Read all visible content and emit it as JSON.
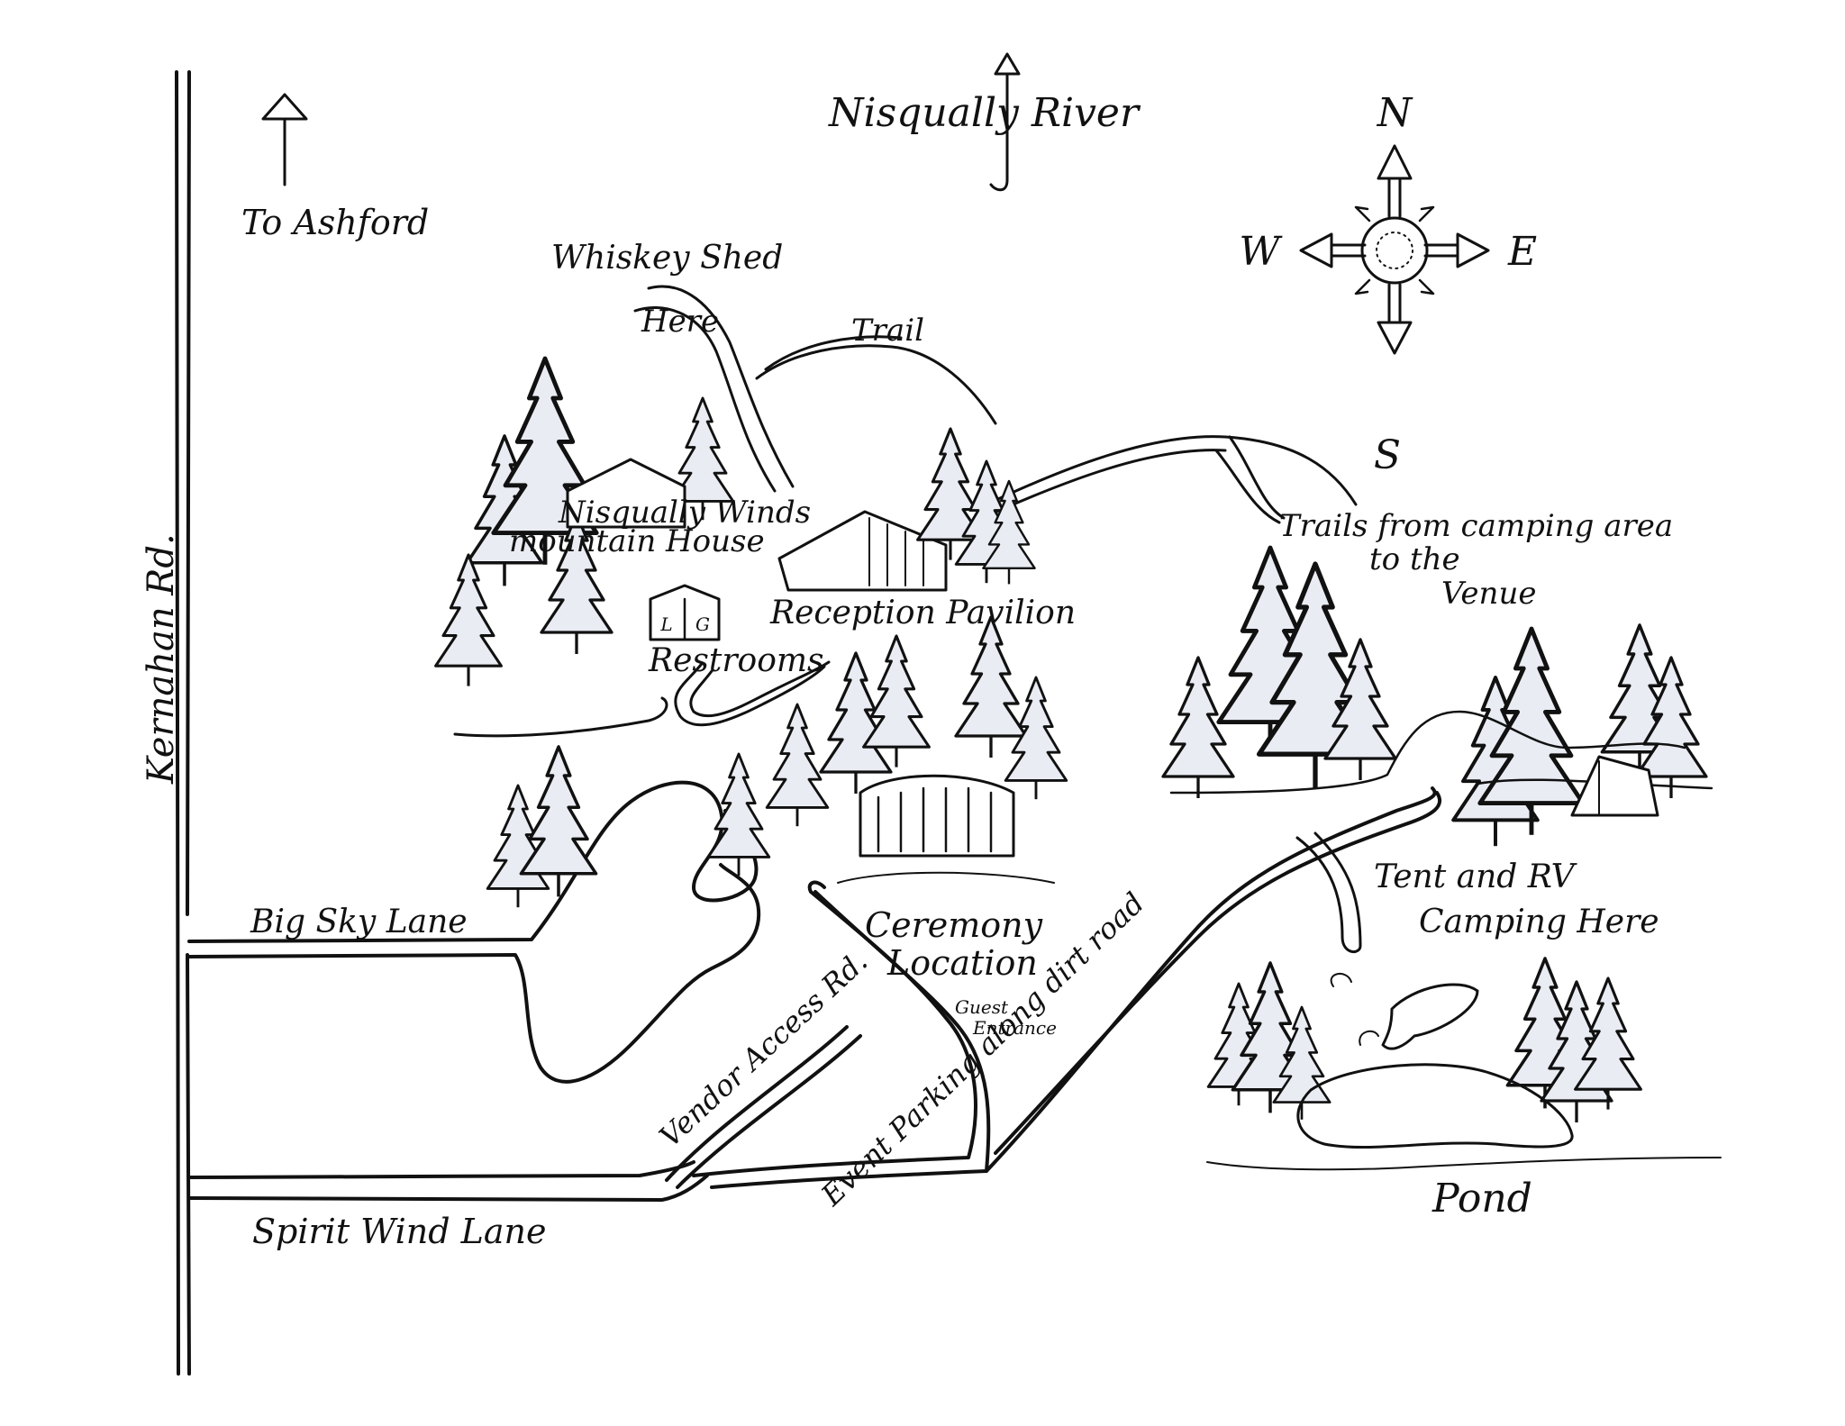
{
  "map": {
    "compass": {
      "n": "N",
      "s": "S",
      "e": "E",
      "w": "W"
    },
    "labels": {
      "to_ashford": "To Ashford",
      "nisqually_river": "Nisqually River",
      "whiskey_shed_1": "Whiskey Shed",
      "whiskey_shed_2": "Here",
      "trail": "Trail",
      "house_1": "Nisqually Winds",
      "house_2": "mountain House",
      "reception": "Reception Pavilion",
      "trails_1": "Trails from camping area",
      "trails_2": "to the",
      "trails_3": "Venue",
      "restrooms": "Restrooms",
      "restroom_left": "L",
      "restroom_right": "G",
      "kernahan": "Kernahan Rd.",
      "big_sky": "Big Sky Lane",
      "ceremony_1": "Ceremony",
      "ceremony_2": "Location",
      "guest_1": "Guest",
      "guest_2": "Entrance",
      "vendor": "Vendor Access Rd.",
      "event_parking": "Event Parking along dirt road",
      "tent_1": "Tent and RV",
      "tent_2": "Camping Here",
      "spirit_wind": "Spirit Wind Lane",
      "pond": "Pond"
    }
  }
}
